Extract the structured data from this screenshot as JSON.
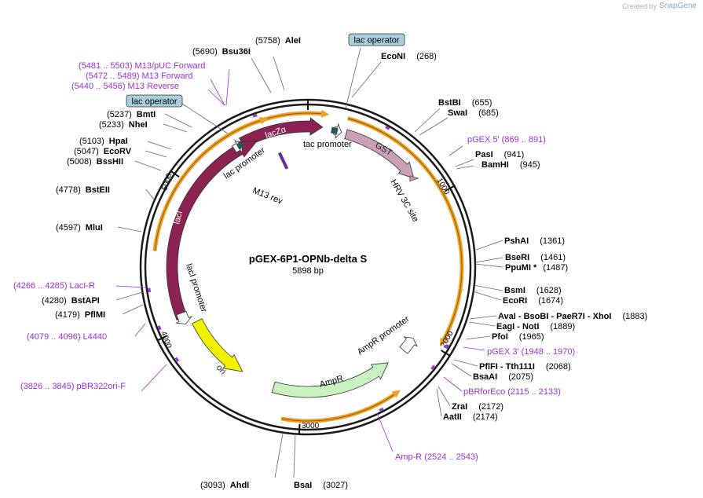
{
  "credit": {
    "prefix": "Created by",
    "brand": "SnapGene"
  },
  "plasmid": {
    "name": "pGEX-6P1-OPNb-delta S",
    "size": "5898 bp"
  },
  "ticks": [
    "1000",
    "2000",
    "3000",
    "4000",
    "5000"
  ],
  "boxes": {
    "operator_top": "lac operator",
    "operator_left": "lac operator"
  },
  "sites": [
    {
      "pos": "(5758)",
      "name": "AleI"
    },
    {
      "pos": "(5690)",
      "name": "Bsu36I"
    },
    {
      "pos": "(268)",
      "name": "EcoNI"
    },
    {
      "pos": "(655)",
      "name": "BstBI"
    },
    {
      "pos": "(685)",
      "name": "SwaI"
    },
    {
      "pos": "(941)",
      "name": "PasI"
    },
    {
      "pos": "(945)",
      "name": "BamHI"
    },
    {
      "pos": "(1361)",
      "name": "PshAI"
    },
    {
      "pos": "(1461)",
      "name": "BseRI"
    },
    {
      "pos": "(1487)",
      "name": "PpuMI *"
    },
    {
      "pos": "(1628)",
      "name": "BsmI"
    },
    {
      "pos": "(1674)",
      "name": "EcoRI"
    },
    {
      "pos": "(1883)",
      "name": "AvaI  - BsoBI  - PaeR7I  - XhoI"
    },
    {
      "pos": "(1889)",
      "name": "EagI  - NotI"
    },
    {
      "pos": "(1965)",
      "name": "PfoI"
    },
    {
      "pos": "(2068)",
      "name": "PflFI  - Tth111I"
    },
    {
      "pos": "(2075)",
      "name": "BsaAI"
    },
    {
      "pos": "(2172)",
      "name": "ZraI"
    },
    {
      "pos": "(2174)",
      "name": "AatII"
    },
    {
      "pos": "(3027)",
      "name": "BsaI"
    },
    {
      "pos": "(3093)",
      "name": "AhdI"
    },
    {
      "pos": "(4179)",
      "name": "PflMI"
    },
    {
      "pos": "(4280)",
      "name": "BstAPI"
    },
    {
      "pos": "(4597)",
      "name": "MluI"
    },
    {
      "pos": "(4778)",
      "name": "BstEII"
    },
    {
      "pos": "(5008)",
      "name": "BssHII"
    },
    {
      "pos": "(5047)",
      "name": "EcoRV"
    },
    {
      "pos": "(5103)",
      "name": "HpaI"
    },
    {
      "pos": "(5233)",
      "name": "NheI"
    },
    {
      "pos": "(5237)",
      "name": "BmtI"
    }
  ],
  "primers": [
    {
      "text": "(5481 .. 5503)  M13/pUC Forward"
    },
    {
      "text": "(5472 .. 5489)  M13 Forward"
    },
    {
      "text": "(5440 .. 5456)  M13 Reverse"
    },
    {
      "text": "pGEX 5'    (869 .. 891)"
    },
    {
      "text": "pGEX 3'    (1948 .. 1970)"
    },
    {
      "text": "pBRforEco    (2115 .. 2133)"
    },
    {
      "text": "Amp-R    (2524 .. 2543)"
    },
    {
      "text": "(3826 .. 3845)  pBR322ori-F"
    },
    {
      "text": "(4079 .. 4096)  L4440"
    },
    {
      "text": "(4266 .. 4285)  LacI-R"
    }
  ],
  "features": {
    "lacZa": "lacZα",
    "gst": "GST",
    "laci": "lacI",
    "ori": "ori",
    "ampr": "AmpR",
    "tac_promoter": "tac promoter",
    "lac_promoter": "lac promoter",
    "m13_rev": "M13 rev",
    "hrv": "HRV 3C site",
    "laci_promoter": "lacI promoter",
    "ampr_promoter": "AmpR promoter"
  },
  "colors": {
    "backbone": "#1a1a1a",
    "orf_orange": "#f0a020",
    "lacZa": "#8b2252",
    "laci": "#8b2252",
    "gst": "#c9a0b4",
    "ori": "#f2f200",
    "ampr": "#c8f2c0",
    "primer": "#9b30d9",
    "operator_box": "#a8d0dc"
  }
}
